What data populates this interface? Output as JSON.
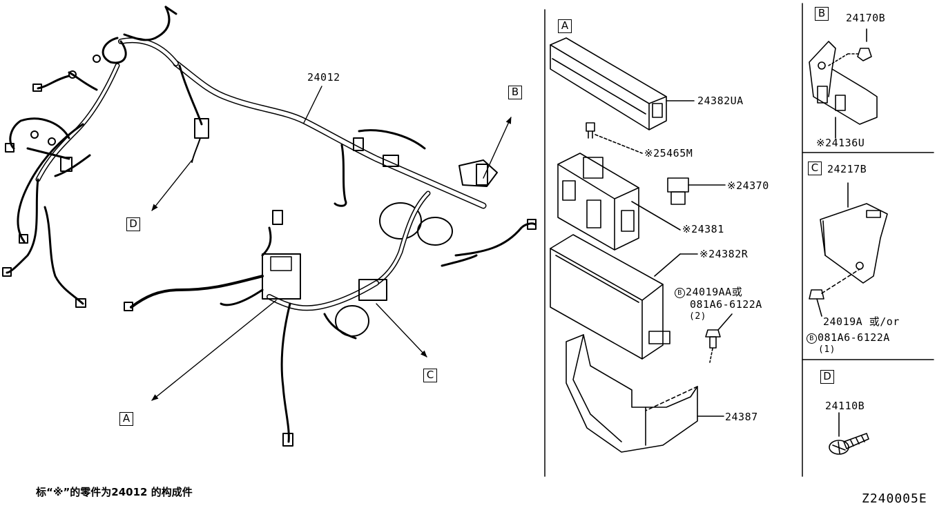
{
  "main_harness": {
    "part_number": "24012"
  },
  "callouts": {
    "a": "A",
    "b": "B",
    "c": "C",
    "d": "D"
  },
  "panel_a": {
    "label": "A",
    "cover_top": "24382UA",
    "fuse": "※25465M",
    "relay": "※24370",
    "fuse_block": "※24381",
    "lower_case": "※24382R",
    "bolt_line1": "24019AA或",
    "bolt_line2": "081A6-6122A",
    "bolt_qty": "(2)",
    "bolt_marker": "B",
    "bracket": "24387"
  },
  "panel_b": {
    "label": "B",
    "nut": "24170B",
    "bracket": "※24136U"
  },
  "panel_c": {
    "label": "C",
    "bracket": "24217B",
    "bolt_line1": "24019A 或/or",
    "bolt_marker": "B",
    "bolt_line2": "081A6-6122A",
    "bolt_qty": "(1)"
  },
  "panel_d": {
    "label": "D",
    "bolt": "24110B"
  },
  "footnote": "标“※”的零件为24012 的构成件",
  "diagram_code": "Z240005E"
}
